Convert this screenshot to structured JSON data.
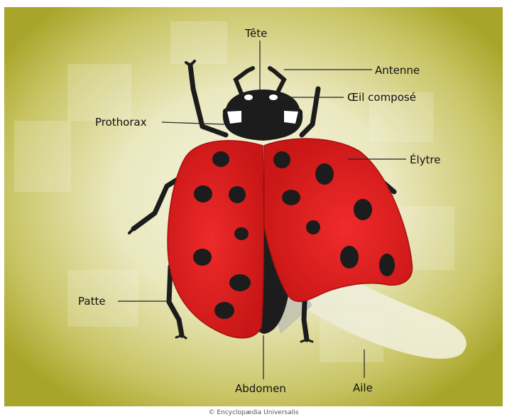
{
  "diagram": {
    "labels": {
      "head": "Tête",
      "antenna": "Antenne",
      "compound_eye": "Œil composé",
      "prothorax": "Prothorax",
      "elytron": "Élytre",
      "leg": "Patte",
      "abdomen": "Abdomen",
      "wing": "Aile"
    },
    "credit": "© Encyclopædia Universalis"
  },
  "colors": {
    "background_center": "#f5f4d8",
    "background_edge": "#a9a52a",
    "elytra_red": "#e01e1e",
    "spot_black": "#1a1a1a",
    "body_black": "#1c1c1c",
    "wing_translucent": "#f2f1e2"
  }
}
